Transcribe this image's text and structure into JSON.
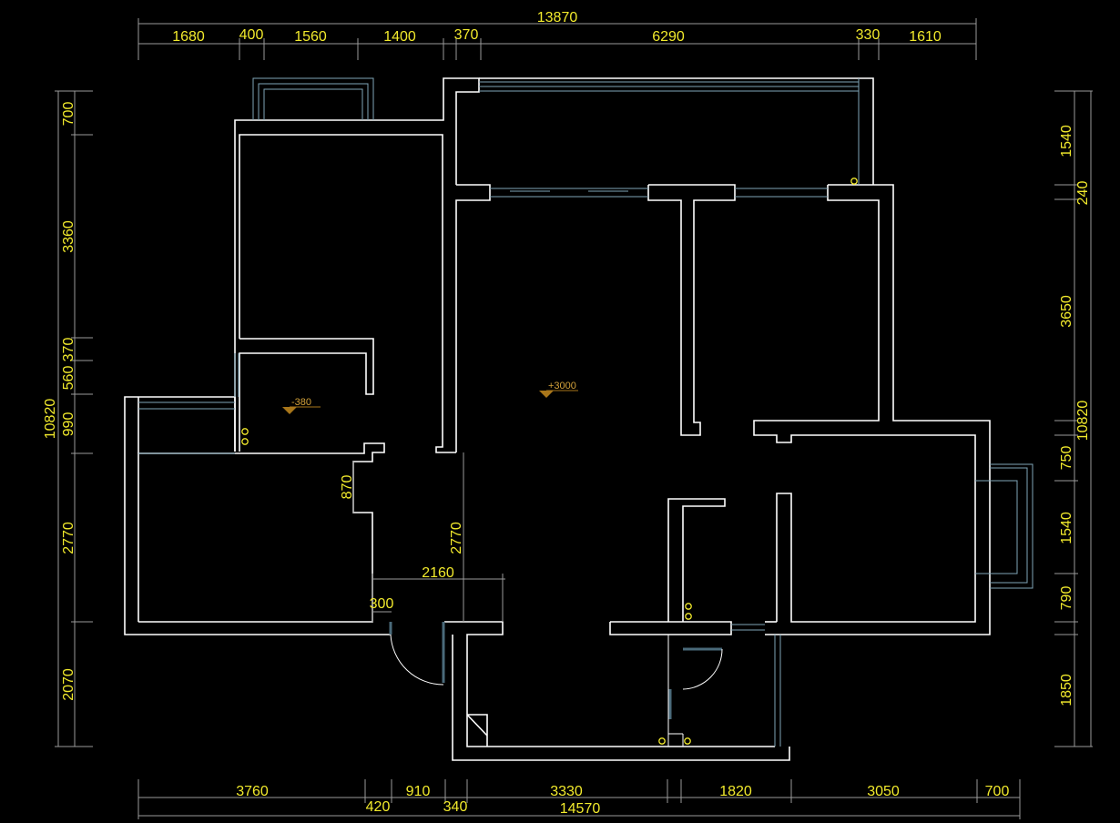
{
  "top_dims": {
    "overall": "13870",
    "segments": [
      "1680",
      "400",
      "1560",
      "1400",
      "370",
      "6290",
      "330",
      "1610"
    ]
  },
  "bottom_dims": {
    "overall": "14570",
    "upper": [
      "3760",
      "910",
      "3330",
      "1820",
      "3050",
      "700"
    ],
    "lower": [
      "420",
      "340"
    ]
  },
  "left_dims": {
    "overall": "10820",
    "segments": [
      "700",
      "3360",
      "370",
      "560",
      "990",
      "2770",
      "2070"
    ]
  },
  "right_dims": {
    "overall": "10820",
    "segments": [
      "1540",
      "240",
      "3650",
      "750",
      "1540",
      "790",
      "1850"
    ]
  },
  "interior_dims": {
    "dim_870": "870",
    "dim_2770": "2770",
    "dim_2160": "2160",
    "dim_300": "300"
  },
  "levels": {
    "left_room": "-380",
    "living_room": "+3000"
  },
  "colors": {
    "background": "#000000",
    "walls": "#ffffff",
    "dimension_text": "#f2ea2c",
    "windows": "#7fa6b8",
    "level_marker": "#d4a23a"
  }
}
